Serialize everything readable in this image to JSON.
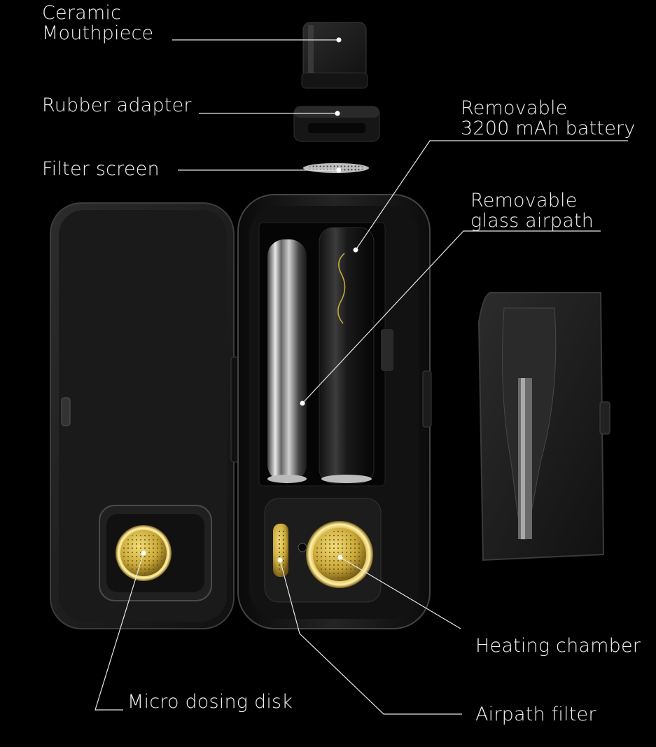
{
  "labels": {
    "ceramic_mouthpiece": {
      "line1": "Ceramic",
      "line2": "Mouthpiece"
    },
    "rubber_adapter": "Rubber adapter",
    "filter_screen": "Filter screen",
    "battery": {
      "line1": "Removable",
      "line2": "3200 mAh battery"
    },
    "glass_airpath": {
      "line1": "Removable",
      "line2": "glass airpath"
    },
    "heating_chamber": "Heating chamber",
    "micro_dosing_disk": "Micro dosing disk",
    "airpath_filter": "Airpath filter"
  },
  "colors": {
    "background": "#000000",
    "case_body": "#1b1b1b",
    "gold_accent": "#c9a838",
    "leader_line": "#e6e6e6"
  }
}
